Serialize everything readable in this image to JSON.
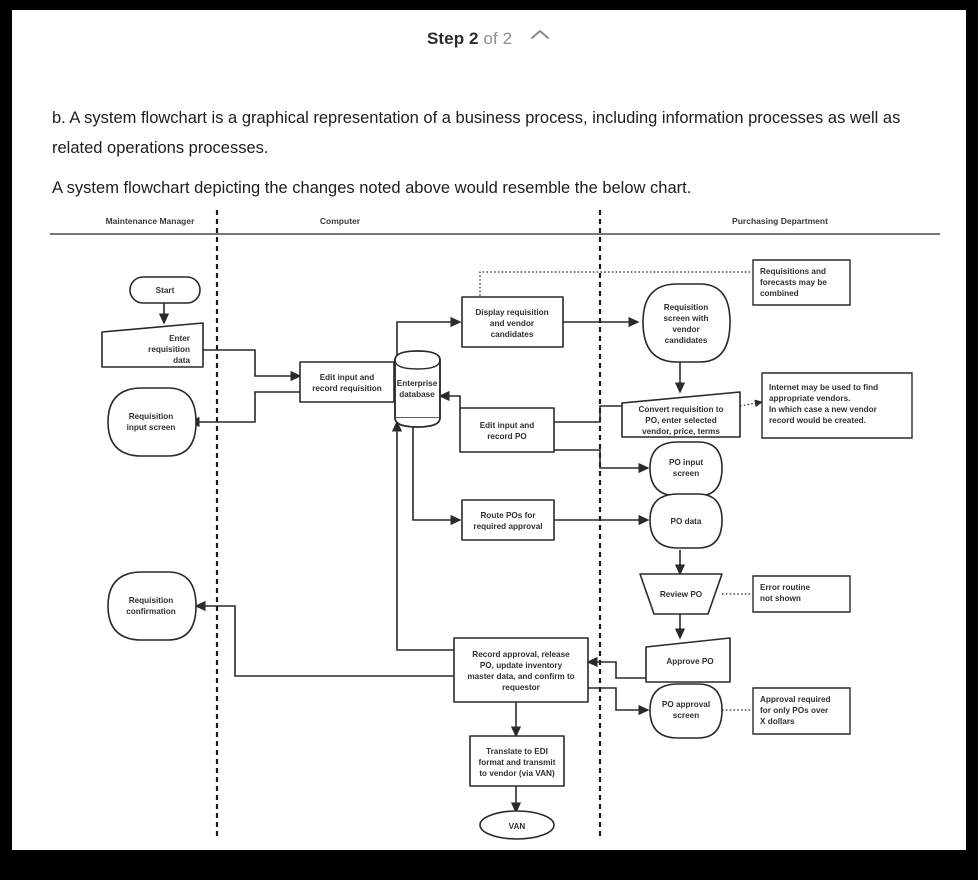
{
  "header": {
    "step_label": "Step 2",
    "step_of": "of 2",
    "collapse_icon": "chevron-up-icon"
  },
  "body": {
    "paragraph_1": "b. A system flowchart is a graphical representation of a business process, including information processes as well as related operations processes.",
    "paragraph_2": "A system flowchart depicting the changes noted above would resemble the below chart."
  },
  "chart_data": {
    "type": "diagram",
    "title": "System flowchart",
    "lanes": [
      {
        "label": "Maintenance Manager"
      },
      {
        "label": "Computer"
      },
      {
        "label": "Purchasing Department"
      }
    ],
    "nodes": [
      {
        "id": "start",
        "label": "Start",
        "shape": "terminator",
        "lane": "Maintenance Manager"
      },
      {
        "id": "enter_req",
        "label": "Enter requisition data",
        "shape": "manual-input",
        "lane": "Maintenance Manager"
      },
      {
        "id": "req_input_screen",
        "label": "Requisition input screen",
        "shape": "display",
        "lane": "Maintenance Manager"
      },
      {
        "id": "req_confirmation",
        "label": "Requisition confirmation",
        "shape": "display",
        "lane": "Maintenance Manager"
      },
      {
        "id": "edit_req",
        "label": "Edit input and record requisition",
        "shape": "process",
        "lane": "Computer"
      },
      {
        "id": "enterprise_db",
        "label": "Enterprise database",
        "shape": "database",
        "lane": "Computer"
      },
      {
        "id": "display_req",
        "label": "Display requisition and vendor candidates",
        "shape": "process",
        "lane": "Computer"
      },
      {
        "id": "edit_po",
        "label": "Edit input and record PO",
        "shape": "process",
        "lane": "Computer"
      },
      {
        "id": "route_pos",
        "label": "Route POs for required approval",
        "shape": "process",
        "lane": "Computer"
      },
      {
        "id": "record_approval",
        "label": "Record approval, release PO, update inventory master data, and confirm to requestor",
        "shape": "process",
        "lane": "Computer"
      },
      {
        "id": "translate_edi",
        "label": "Translate to EDI format and transmit to vendor (via VAN)",
        "shape": "process",
        "lane": "Computer"
      },
      {
        "id": "van",
        "label": "VAN",
        "shape": "terminator",
        "lane": "Computer"
      },
      {
        "id": "req_screen_vendor",
        "label": "Requisition screen with vendor candidates",
        "shape": "display",
        "lane": "Purchasing Department"
      },
      {
        "id": "convert_req",
        "label": "Convert requisition to PO, enter selected vendor, price, terms",
        "shape": "manual-input",
        "lane": "Purchasing Department"
      },
      {
        "id": "po_input_screen",
        "label": "PO input screen",
        "shape": "display",
        "lane": "Purchasing Department"
      },
      {
        "id": "po_data",
        "label": "PO data",
        "shape": "display",
        "lane": "Purchasing Department"
      },
      {
        "id": "review_po",
        "label": "Review PO",
        "shape": "merge",
        "lane": "Purchasing Department"
      },
      {
        "id": "approve_po",
        "label": "Approve PO",
        "shape": "manual-input",
        "lane": "Purchasing Department"
      },
      {
        "id": "po_approval_screen",
        "label": "PO approval screen",
        "shape": "display",
        "lane": "Purchasing Department"
      }
    ],
    "node_labels": {
      "start": "Start",
      "enter_req_l1": "Enter",
      "enter_req_l2": "requisition",
      "enter_req_l3": "data",
      "req_input_screen_l1": "Requisition",
      "req_input_screen_l2": "input screen",
      "req_confirmation_l1": "Requisition",
      "req_confirmation_l2": "confirmation",
      "edit_req_l1": "Edit input and",
      "edit_req_l2": "record requisition",
      "enterprise_db_l1": "Enterprise",
      "enterprise_db_l2": "database",
      "display_req_l1": "Display requisition",
      "display_req_l2": "and vendor",
      "display_req_l3": "candidates",
      "edit_po_l1": "Edit input and",
      "edit_po_l2": "record PO",
      "route_pos_l1": "Route POs for",
      "route_pos_l2": "required approval",
      "record_approval_l1": "Record approval, release",
      "record_approval_l2": "PO, update inventory",
      "record_approval_l3": "master data, and confirm to",
      "record_approval_l4": "requestor",
      "translate_edi_l1": "Translate to EDI",
      "translate_edi_l2": "format and transmit",
      "translate_edi_l3": "to vendor (via VAN)",
      "van": "VAN",
      "req_screen_vendor_l1": "Requisition",
      "req_screen_vendor_l2": "screen with",
      "req_screen_vendor_l3": "vendor",
      "req_screen_vendor_l4": "candidates",
      "convert_req_l1": "Convert requisition to",
      "convert_req_l2": "PO, enter selected",
      "convert_req_l3": "vendor, price, terms",
      "po_input_screen_l1": "PO input",
      "po_input_screen_l2": "screen",
      "po_data": "PO data",
      "review_po": "Review PO",
      "approve_po": "Approve PO",
      "po_approval_screen_l1": "PO approval",
      "po_approval_screen_l2": "screen"
    },
    "annotations": [
      {
        "id": "note_requisitions",
        "lines": [
          "Requisitions and",
          "forecasts may be",
          "combined"
        ],
        "attached_to": "display_req"
      },
      {
        "id": "note_internet",
        "lines": [
          "Internet may be used to find",
          "appropriate vendors.",
          "In which case a new vendor",
          "record would be created."
        ],
        "attached_to": "convert_req"
      },
      {
        "id": "note_error",
        "lines": [
          "Error routine",
          "not shown"
        ],
        "attached_to": "review_po"
      },
      {
        "id": "note_approval",
        "lines": [
          "Approval required",
          "for only POs over",
          "X dollars"
        ],
        "attached_to": "po_approval_screen"
      }
    ],
    "annotation_text": {
      "note_requisitions_l1": "Requisitions and",
      "note_requisitions_l2": "forecasts may be",
      "note_requisitions_l3": "combined",
      "note_internet_l1": "Internet may be used to find",
      "note_internet_l2": "appropriate vendors.",
      "note_internet_l3": "In which case a new vendor",
      "note_internet_l4": "record would be created.",
      "note_error_l1": "Error routine",
      "note_error_l2": "not shown",
      "note_approval_l1": "Approval required",
      "note_approval_l2": "for only POs over",
      "note_approval_l3": "X dollars"
    },
    "lane_labels": {
      "lane1": "Maintenance Manager",
      "lane2": "Computer",
      "lane3": "Purchasing Department"
    }
  }
}
